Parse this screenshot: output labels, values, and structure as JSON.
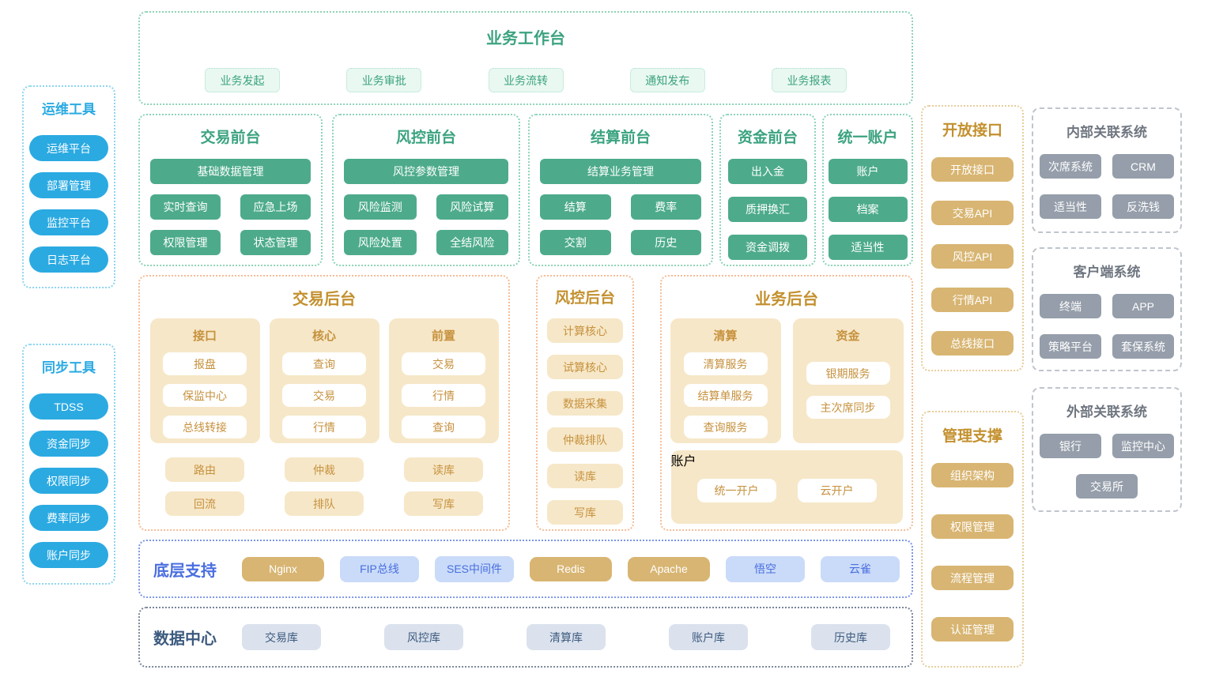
{
  "colors": {
    "sky_blue": "#2BAAE2",
    "green_title": "#3BA37F",
    "green_button": "#4DAB8B",
    "mint_bg": "#EAF8F2",
    "gold_title": "#C3902E",
    "tan_group_bg": "#F6E7C8",
    "tan_text": "#C6913D",
    "gold_button": "#D8B572",
    "gray_button": "#959EAA",
    "gray_title": "#6F7680",
    "infra_blue": "#4A6EE0",
    "lightblue_button_bg": "#C9DBF8",
    "datacenter_navy": "#3C5A7E",
    "datacenter_button_bg": "#DBE2ED"
  },
  "left_panels": [
    {
      "title": "运维工具",
      "items": [
        "运维平台",
        "部署管理",
        "监控平台",
        "日志平台"
      ]
    },
    {
      "title": "同步工具",
      "items": [
        "TDSS",
        "资金同步",
        "权限同步",
        "费率同步",
        "账户同步"
      ]
    }
  ],
  "workbench": {
    "title": "业务工作台",
    "items": [
      "业务发起",
      "业务审批",
      "业务流转",
      "通知发布",
      "业务报表"
    ]
  },
  "front": [
    {
      "title": "交易前台",
      "full": "基础数据管理",
      "grid": [
        "实时查询",
        "应急上场",
        "权限管理",
        "状态管理"
      ]
    },
    {
      "title": "风控前台",
      "full": "风控参数管理",
      "grid": [
        "风险监测",
        "风险试算",
        "风险处置",
        "全结风险"
      ]
    },
    {
      "title": "结算前台",
      "full": "结算业务管理",
      "grid": [
        "结算",
        "费率",
        "交割",
        "历史"
      ]
    },
    {
      "title": "资金前台",
      "stack": [
        "出入金",
        "质押换汇",
        "资金调拨"
      ]
    },
    {
      "title": "统一账户",
      "stack": [
        "账户",
        "档案",
        "适当性"
      ]
    }
  ],
  "trade_backend": {
    "title": "交易后台",
    "groups": [
      {
        "title": "接口",
        "items": [
          "报盘",
          "保监中心",
          "总线转接"
        ]
      },
      {
        "title": "核心",
        "items": [
          "查询",
          "交易",
          "行情"
        ]
      },
      {
        "title": "前置",
        "items": [
          "交易",
          "行情",
          "查询"
        ]
      }
    ],
    "extras": [
      [
        "路由",
        "仲裁",
        "读库"
      ],
      [
        "回流",
        "排队",
        "写库"
      ]
    ]
  },
  "risk_backend": {
    "title": "风控后台",
    "items": [
      "计算核心",
      "试算核心",
      "数据采集",
      "仲裁排队",
      "读库",
      "写库"
    ]
  },
  "biz_backend": {
    "title": "业务后台",
    "groups": [
      {
        "title": "清算",
        "items": [
          "清算服务",
          "结算单服务",
          "查询服务"
        ]
      },
      {
        "title": "资金",
        "items": [
          "银期服务",
          "主次席同步"
        ]
      }
    ],
    "account": {
      "title": "账户",
      "items": [
        "统一开户",
        "云开户"
      ]
    }
  },
  "infra": {
    "title": "底层支持",
    "items": [
      {
        "label": "Nginx",
        "style": "gold"
      },
      {
        "label": "FIP总线",
        "style": "blue"
      },
      {
        "label": "SES中间件",
        "style": "blue"
      },
      {
        "label": "Redis",
        "style": "gold"
      },
      {
        "label": "Apache",
        "style": "gold"
      },
      {
        "label": "悟空",
        "style": "blue"
      },
      {
        "label": "云雀",
        "style": "blue"
      }
    ]
  },
  "datacenter": {
    "title": "数据中心",
    "items": [
      "交易库",
      "风控库",
      "清算库",
      "账户库",
      "历史库"
    ]
  },
  "open_api": {
    "title": "开放接口",
    "items": [
      "开放接口",
      "交易API",
      "风控API",
      "行情API",
      "总线接口"
    ]
  },
  "mgmt": {
    "title": "管理支撑",
    "items": [
      "组织架构",
      "权限管理",
      "流程管理",
      "认证管理"
    ]
  },
  "right_panels": [
    {
      "title": "内部关联系统",
      "rows": [
        [
          "次席系统",
          "CRM"
        ],
        [
          "适当性",
          "反洗钱"
        ]
      ]
    },
    {
      "title": "客户端系统",
      "rows": [
        [
          "终端",
          "APP"
        ],
        [
          "策略平台",
          "套保系统"
        ]
      ]
    },
    {
      "title": "外部关联系统",
      "rows": [
        [
          "银行",
          "监控中心"
        ],
        [
          "交易所"
        ]
      ]
    }
  ]
}
